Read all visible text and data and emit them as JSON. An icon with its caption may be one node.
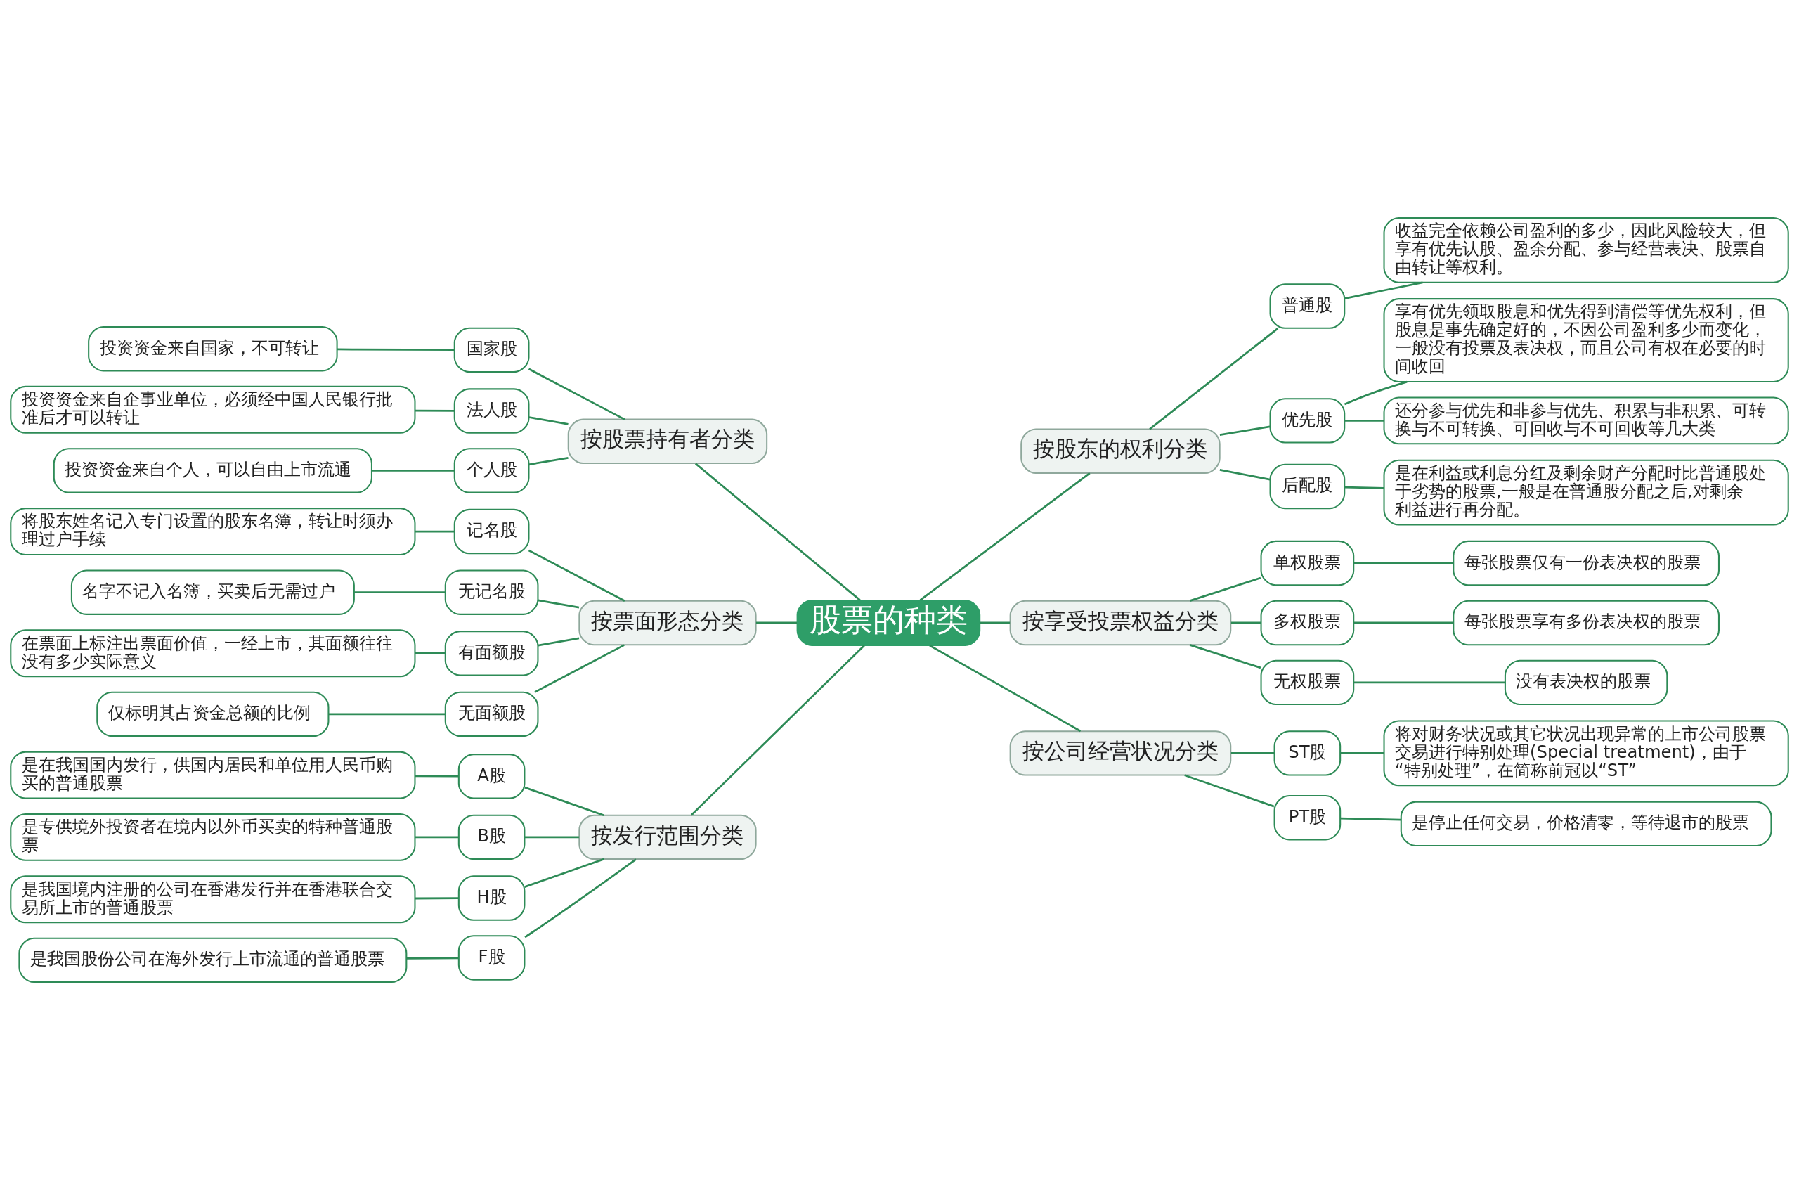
{
  "diagram": {
    "nodes": [
      {
        "text": [
          "股票的种类"
        ]
      },
      {
        "text": [
          "按股票持有者分类"
        ]
      },
      {
        "text": [
          "国家股"
        ]
      },
      {
        "text": [
          "投资资金来自国家，不可转让"
        ]
      },
      {
        "text": [
          "法人股"
        ]
      },
      {
        "text": [
          "投资资金来自企事业单位，必须经中国人民银行批准后才可以转让"
        ]
      },
      {
        "text": [
          "个人股"
        ]
      },
      {
        "text": [
          "投资资金来自个人，可以自由上市流通"
        ]
      },
      {
        "text": [
          "按票面形态分类"
        ]
      },
      {
        "text": [
          "记名股"
        ]
      },
      {
        "text": [
          "将股东姓名记入专门设置的股东名簿，转让时须办理过户手续"
        ]
      },
      {
        "text": [
          "无记名股"
        ]
      },
      {
        "text": [
          "名字不记入名簿，买卖后无需过户"
        ]
      },
      {
        "text": [
          "有面额股"
        ]
      },
      {
        "text": [
          "在票面上标注出票面价值，一经上市，其面额往往没有多少实际意义"
        ]
      },
      {
        "text": [
          "无面额股"
        ]
      },
      {
        "text": [
          "仅标明其占资金总额的比例"
        ]
      },
      {
        "text": [
          "按发行范围分类"
        ]
      },
      {
        "text": [
          "A股"
        ]
      },
      {
        "text": [
          "是在我国国内发行，供国内居民和单位用人民币购买的普通股票"
        ]
      },
      {
        "text": [
          "B股"
        ]
      },
      {
        "text": [
          "是专供境外投资者在境内以外币买卖的特种普通股票"
        ]
      },
      {
        "text": [
          "H股"
        ]
      },
      {
        "text": [
          "是我国境内注册的公司在香港发行并在香港联合交易所上市的普通股票"
        ]
      },
      {
        "text": [
          "F股"
        ]
      },
      {
        "text": [
          "是我国股份公司在海外发行上市流通的普通股票"
        ]
      },
      {
        "text": [
          "按股东的权利分类"
        ]
      },
      {
        "text": [
          "普通股"
        ]
      },
      {
        "text": [
          "收益完全依赖公司盈利的多少，因此风险较大，但享有优先认股、盈余分配、参与经营表决、股票自由转让等权利。"
        ]
      },
      {
        "text": [
          "优先股"
        ]
      },
      {
        "text": [
          "享有优先领取股息和优先得到清偿等优先权利，但股息是事先确定好的，不因公司盈利多少而变化，一般没有投票及表决权，而且公司有权在必要的时间收回"
        ]
      },
      {
        "text": [
          "还分参与优先和非参与优先、积累与非积累、可转换与不可转换、可回收与不可回收等几大类"
        ]
      },
      {
        "text": [
          "后配股"
        ]
      },
      {
        "text": [
          "是在利益或利息分红及剩余财产分配时比普通股处于劣势的股票,一般是在普通股分配之后,对剩余利益进行再分配。"
        ]
      },
      {
        "text": [
          "按享受投票权益分类"
        ]
      },
      {
        "text": [
          "单权股票"
        ]
      },
      {
        "text": [
          "每张股票仅有一份表决权的股票"
        ]
      },
      {
        "text": [
          "多权股票"
        ]
      },
      {
        "text": [
          "每张股票享有多份表决权的股票"
        ]
      },
      {
        "text": [
          "无权股票"
        ]
      },
      {
        "text": [
          "没有表决权的股票"
        ]
      },
      {
        "text": [
          "按公司经营状况分类"
        ]
      },
      {
        "text": [
          "ST股"
        ]
      },
      {
        "text": [
          "将对财务状况或其它状况出现异常的上市公司股票交易进行特别处理(Special treatment)，由于“特别处理”，在简称前冠以“ST”"
        ]
      },
      {
        "text": [
          "PT股"
        ]
      },
      {
        "text": [
          "是停止任何交易，价格清零，等待退市的股票"
        ]
      }
    ],
    "edges": [
      {
        "from": 1,
        "to": 0,
        "arrow": "none"
      },
      {
        "from": 2,
        "to": 1,
        "arrow": "none"
      },
      {
        "from": 3,
        "to": 2,
        "arrow": "none"
      },
      {
        "from": 4,
        "to": 1,
        "arrow": "none"
      },
      {
        "from": 5,
        "to": 4,
        "arrow": "none"
      },
      {
        "from": 6,
        "to": 1,
        "arrow": "none"
      },
      {
        "from": 7,
        "to": 6,
        "arrow": "none"
      },
      {
        "from": 8,
        "to": 0,
        "arrow": "none"
      },
      {
        "from": 9,
        "to": 8,
        "arrow": "none"
      },
      {
        "from": 10,
        "to": 9,
        "arrow": "none"
      },
      {
        "from": 11,
        "to": 8,
        "arrow": "none"
      },
      {
        "from": 12,
        "to": 11,
        "arrow": "none"
      },
      {
        "from": 13,
        "to": 8,
        "arrow": "none"
      },
      {
        "from": 14,
        "to": 13,
        "arrow": "none"
      },
      {
        "from": 15,
        "to": 8,
        "arrow": "none"
      },
      {
        "from": 16,
        "to": 15,
        "arrow": "none"
      },
      {
        "from": 17,
        "to": 0,
        "arrow": "none"
      },
      {
        "from": 18,
        "to": 17,
        "arrow": "none"
      },
      {
        "from": 19,
        "to": 18,
        "arrow": "none"
      },
      {
        "from": 20,
        "to": 17,
        "arrow": "none"
      },
      {
        "from": 21,
        "to": 20,
        "arrow": "none"
      },
      {
        "from": 22,
        "to": 17,
        "arrow": "none"
      },
      {
        "from": 23,
        "to": 22,
        "arrow": "none"
      },
      {
        "from": 24,
        "to": 17,
        "arrow": "none"
      },
      {
        "from": 25,
        "to": 24,
        "arrow": "none"
      },
      {
        "from": 0,
        "to": 26,
        "arrow": "none"
      },
      {
        "from": 26,
        "to": 27,
        "arrow": "none"
      },
      {
        "from": 27,
        "to": 28,
        "arrow": "none"
      },
      {
        "from": 26,
        "to": 29,
        "arrow": "none"
      },
      {
        "from": 29,
        "to": 30,
        "arrow": "none"
      },
      {
        "from": 29,
        "to": 31,
        "arrow": "none"
      },
      {
        "from": 26,
        "to": 32,
        "arrow": "none"
      },
      {
        "from": 32,
        "to": 33,
        "arrow": "none"
      },
      {
        "from": 0,
        "to": 34,
        "arrow": "none"
      },
      {
        "from": 34,
        "to": 35,
        "arrow": "none"
      },
      {
        "from": 35,
        "to": 36,
        "arrow": "none"
      },
      {
        "from": 34,
        "to": 37,
        "arrow": "none"
      },
      {
        "from": 37,
        "to": 38,
        "arrow": "none"
      },
      {
        "from": 34,
        "to": 39,
        "arrow": "none"
      },
      {
        "from": 39,
        "to": 40,
        "arrow": "none"
      },
      {
        "from": 0,
        "to": 41,
        "arrow": "none"
      },
      {
        "from": 41,
        "to": 42,
        "arrow": "none"
      },
      {
        "from": 42,
        "to": 43,
        "arrow": "none"
      },
      {
        "from": 41,
        "to": 44,
        "arrow": "none"
      },
      {
        "from": 44,
        "to": 45,
        "arrow": "none"
      }
    ]
  }
}
